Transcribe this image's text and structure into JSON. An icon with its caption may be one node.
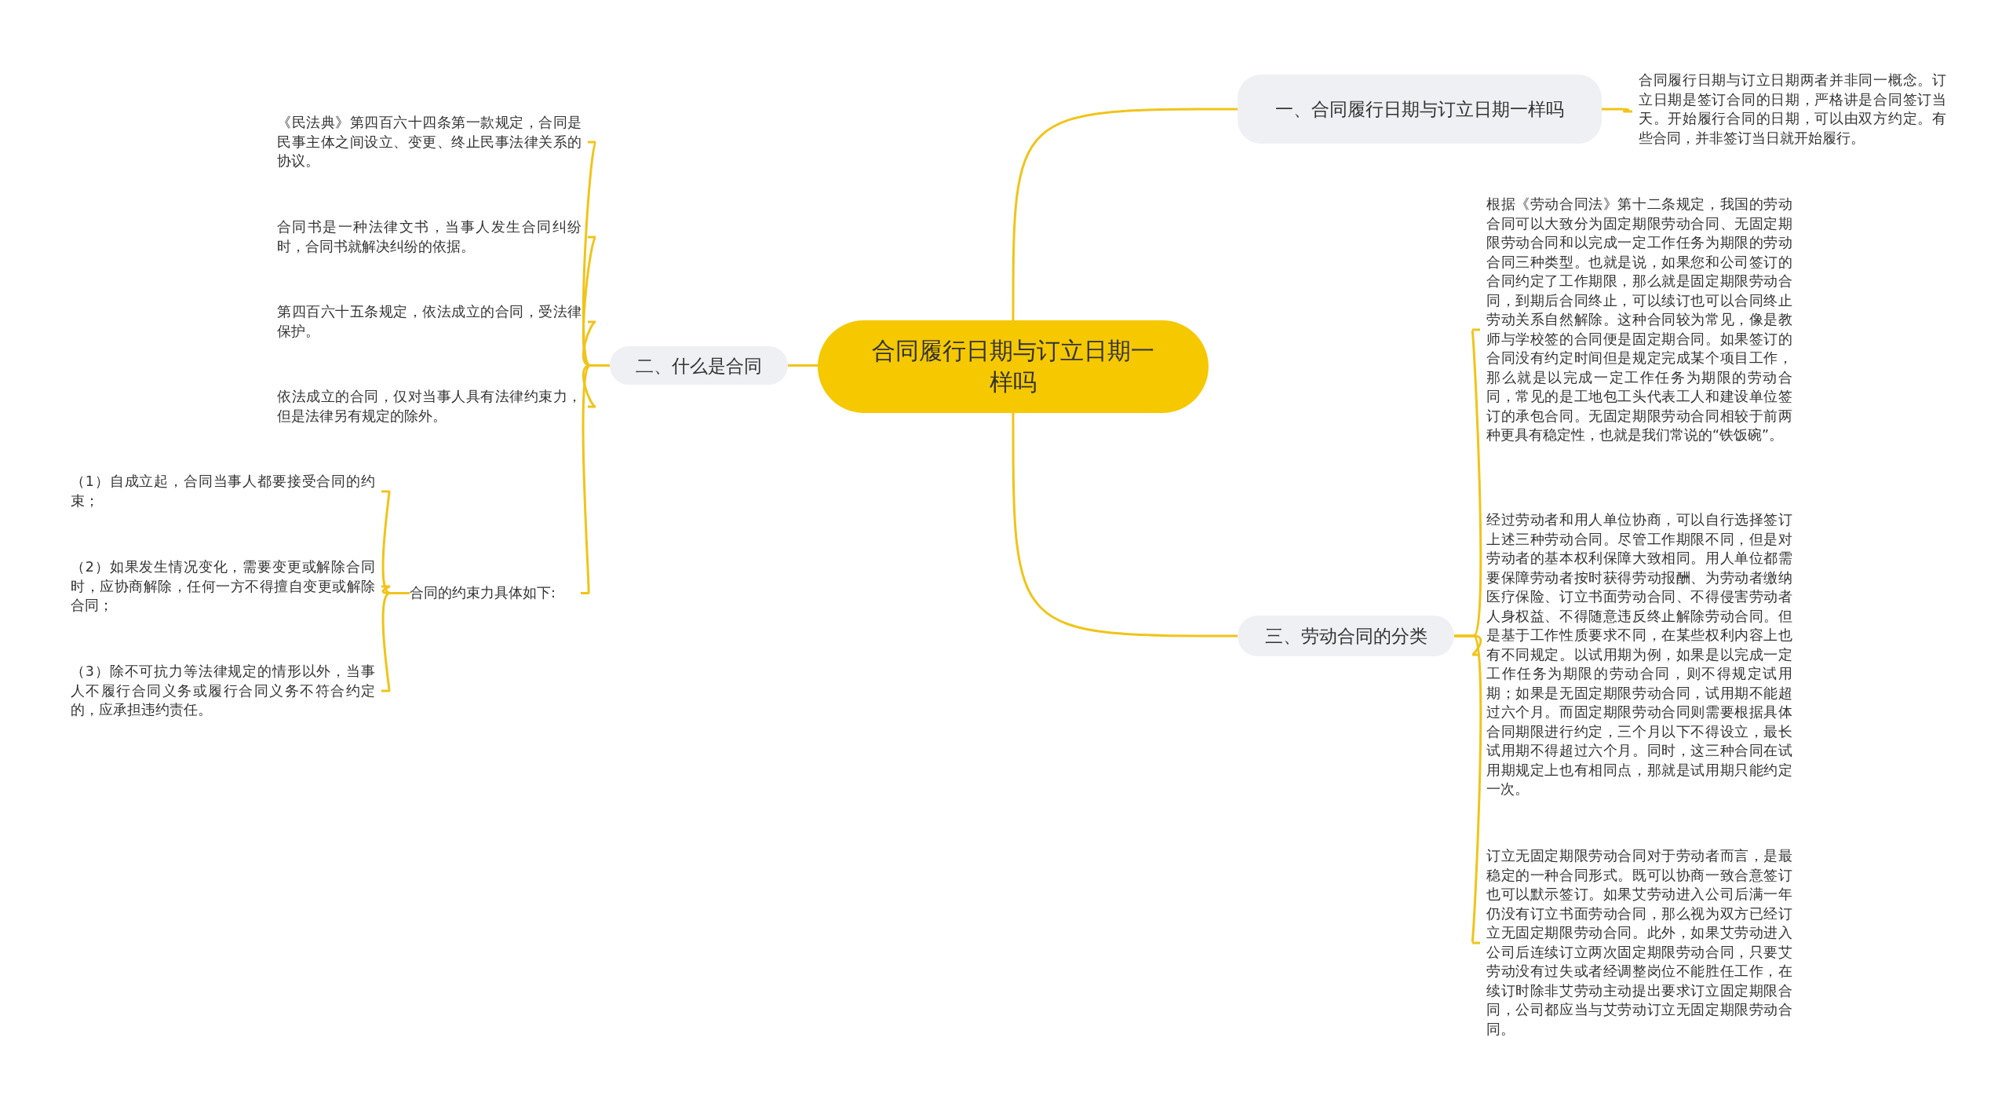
{
  "diagram": {
    "nodes": [
      {
        "text": [
          "合同履行日期与订立日期一样吗"
        ]
      },
      {
        "text": [
          "一、合同履行日期与订立日期一样吗"
        ]
      },
      {
        "text": [
          "合同履行日期与订立日期两者并非同一概念。订立日期是签订合同的日期，严格讲是合同签订当天。开始履行合同的日期，可以由双方约定。有些合同，并非签订当日就开始履行。"
        ]
      },
      {
        "text": [
          "二、什么是合同"
        ]
      },
      {
        "text": [
          "《民法典》第四百六十四条第一款规定，合同是民事主体之间设立、变更、终止民事法律关系的协议。"
        ]
      },
      {
        "text": [
          "合同书是一种法律文书，当事人发生合同纠纷时，合同书就解决纠纷的依据。"
        ]
      },
      {
        "text": [
          "第四百六十五条规定，依法成立的合同，受法律保护。"
        ]
      },
      {
        "text": [
          "依法成立的合同，仅对当事人具有法律约束力，但是法律另有规定的除外。"
        ]
      },
      {
        "text": [
          "合同的约束力具体如下:"
        ]
      },
      {
        "text": [
          "（1）自成立起，合同当事人都要接受合同的约束；"
        ]
      },
      {
        "text": [
          "（2）如果发生情况变化，需要变更或解除合同时，应协商解除，任何一方不得擅自变更或解除合同；"
        ]
      },
      {
        "text": [
          "（3）除不可抗力等法律规定的情形以外，当事人不履行合同义务或履行合同义务不符合约定的，应承担违约责任。"
        ]
      },
      {
        "text": [
          "三、劳动合同的分类"
        ]
      },
      {
        "text": [
          "根据《劳动合同法》第十二条规定，我国的劳动合同可以大致分为固定期限劳动合同、无固定期限劳动合同和以完成一定工作任务为期限的劳动合同三种类型。也就是说，如果您和公司签订的合同约定了工作期限，那么就是固定期限劳动合同，到期后合同终止，可以续订也可以合同终止劳动关系自然解除。这种合同较为常见，像是教师与学校签的合同便是固定期合同。如果签订的合同没有约定时间但是规定完成某个项目工作，那么就是以完成一定工作任务为期限的劳动合同，常见的是工地包工头代表工人和建设单位签订的承包合同。无固定期限劳动合同相较于前两种更具有稳定性，也就是我们常说的“铁饭碗”。"
        ]
      },
      {
        "text": [
          "经过劳动者和用人单位协商，可以自行选择签订上述三种劳动合同。尽管工作期限不同，但是对劳动者的基本权利保障大致相同。用人单位都需要保障劳动者按时获得劳动报酬、为劳动者缴纳医疗保险、订立书面劳动合同、不得侵害劳动者人身权益、不得随意违反终止解除劳动合同。但是基于工作性质要求不同，在某些权利内容上也有不同规定。以试用期为例，如果是以完成一定工作任务为期限的劳动合同，则不得规定试用期；如果是无固定期限劳动合同，试用期不能超过六个月。而固定期限劳动合同则需要根据具体合同期限进行约定，三个月以下不得设立，最长试用期不得超过六个月。同时，这三种合同在试用期规定上也有相同点，那就是试用期只能约定一次。"
        ]
      },
      {
        "text": [
          "订立无固定期限劳动合同对于劳动者而言，是最稳定的一种合同形式。既可以协商一致合意签订也可以默示签订。如果艾劳动进入公司后满一年仍没有订立书面劳动合同，那么视为双方已经订立无固定期限劳动合同。此外，如果艾劳动进入公司后连续订立两次固定期限劳动合同，只要艾劳动没有过失或者经调整岗位不能胜任工作，在续订时除非艾劳动主动提出要求订立固定期限合同，公司都应当与艾劳动订立无固定期限劳动合同。"
        ]
      }
    ],
    "edges": [
      {
        "from": 0,
        "to": 1,
        "arrow": "none"
      },
      {
        "from": 1,
        "to": 2,
        "arrow": "none"
      },
      {
        "from": 0,
        "to": 3,
        "arrow": "none"
      },
      {
        "from": 3,
        "to": 4,
        "arrow": "none"
      },
      {
        "from": 3,
        "to": 5,
        "arrow": "none"
      },
      {
        "from": 3,
        "to": 6,
        "arrow": "none"
      },
      {
        "from": 3,
        "to": 7,
        "arrow": "none"
      },
      {
        "from": 3,
        "to": 8,
        "arrow": "none"
      },
      {
        "from": 8,
        "to": 9,
        "arrow": "none"
      },
      {
        "from": 8,
        "to": 10,
        "arrow": "none"
      },
      {
        "from": 8,
        "to": 11,
        "arrow": "none"
      },
      {
        "from": 0,
        "to": 12,
        "arrow": "none"
      },
      {
        "from": 12,
        "to": 13,
        "arrow": "none"
      },
      {
        "from": 12,
        "to": 14,
        "arrow": "none"
      },
      {
        "from": 12,
        "to": 15,
        "arrow": "none"
      }
    ]
  }
}
